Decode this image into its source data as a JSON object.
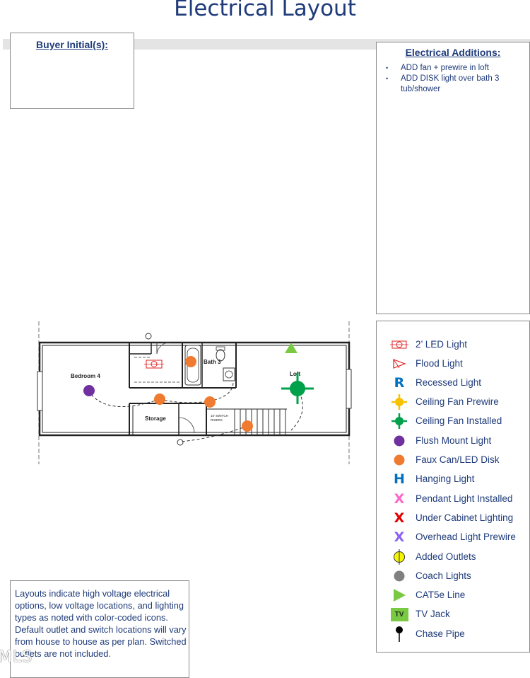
{
  "title": "Electrical Layout",
  "buyer_initials_label": "Buyer Initial(s):",
  "additions": {
    "title": "Electrical Additions",
    "title_suffix": ":",
    "items": [
      "ADD fan  + prewire in loft",
      "ADD DISK light over bath 3 tub/shower"
    ]
  },
  "plan": {
    "labels": {
      "bedroom": "Bedroom 4",
      "bath": "Bath 3",
      "loft": "Loft",
      "storage": "Storage",
      "stair_note_1": "10' SWITCH",
      "stair_note_2": "RISERS"
    },
    "colors": {
      "faux_can": "#ee7b2f",
      "flush_mount": "#7030a0",
      "ceiling_fan": "#00a14b",
      "cat5e": "#7ac943",
      "led": "#e02020"
    }
  },
  "legend": [
    {
      "icon": "led-light-icon",
      "label": "2’ LED Light"
    },
    {
      "icon": "flood-light-icon",
      "label": "Flood Light"
    },
    {
      "icon": "recessed-light-icon",
      "label": "Recessed Light",
      "glyph": "R",
      "color": "#0070c0"
    },
    {
      "icon": "ceiling-fan-prewire-icon",
      "label": "Ceiling Fan Prewire",
      "color": "#f7c200"
    },
    {
      "icon": "ceiling-fan-installed-icon",
      "label": "Ceiling Fan Installed",
      "color": "#00a14b"
    },
    {
      "icon": "flush-mount-light-icon",
      "label": "Flush Mount Light",
      "color": "#7030a0"
    },
    {
      "icon": "faux-can-icon",
      "label": "Faux Can/LED Disk",
      "color": "#ee7b2f"
    },
    {
      "icon": "hanging-light-icon",
      "label": "Hanging Light",
      "glyph": "H",
      "color": "#0070c0"
    },
    {
      "icon": "pendant-light-icon",
      "label": "Pendant Light Installed",
      "glyph": "X",
      "color": "#ff66cc"
    },
    {
      "icon": "under-cabinet-icon",
      "label": "Under Cabinet Lighting",
      "glyph": "X",
      "color": "#e00000"
    },
    {
      "icon": "overhead-prewire-icon",
      "label": "Overhead Light Prewire",
      "glyph": "X",
      "color": "#8a63f5"
    },
    {
      "icon": "added-outlet-icon",
      "label": "Added Outlets",
      "color": "#f5f500"
    },
    {
      "icon": "coach-light-icon",
      "label": "Coach Lights",
      "color": "#808080"
    },
    {
      "icon": "cat5e-icon",
      "label": "CAT5e Line",
      "color": "#7ac943"
    },
    {
      "icon": "tv-jack-icon",
      "label": "TV Jack",
      "glyph": "TV",
      "color": "#7ac943"
    },
    {
      "icon": "chase-pipe-icon",
      "label": "Chase Pipe",
      "color": "#000000"
    }
  ],
  "note": "Layouts indicate high voltage electrical options, low voltage locations, and lighting types as noted with color-coded icons. Default outlet and switch locations will vary from house to house as per plan. Switched outlets are not included.",
  "watermark": "MLS"
}
